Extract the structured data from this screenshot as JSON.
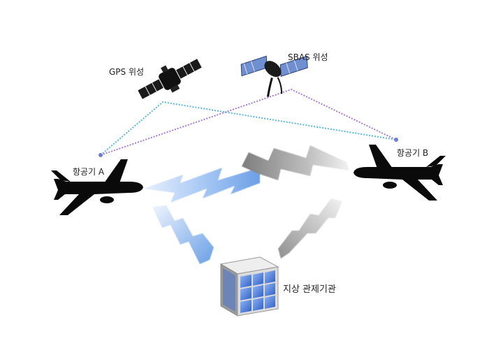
{
  "labels": {
    "gps_satellite": "GPS 위성",
    "sbas_satellite": "SBAS 위성",
    "aircraft_a": "항공기 A",
    "aircraft_b": "항공기 B",
    "ground_control": "지상 관제기관"
  },
  "links": {
    "gps_color": "#5bb7d6",
    "sbas_color": "#a77bd0",
    "style": "dotted"
  },
  "icons": [
    "satellite-icon",
    "airplane-icon",
    "building-icon",
    "lightning-signal-icon"
  ],
  "colors": {
    "signal_blue": "#8bb8f0",
    "signal_gray": "#a8a8a8",
    "silhouette": "#0a0a0a",
    "building_glass": "#3f6fd6"
  }
}
